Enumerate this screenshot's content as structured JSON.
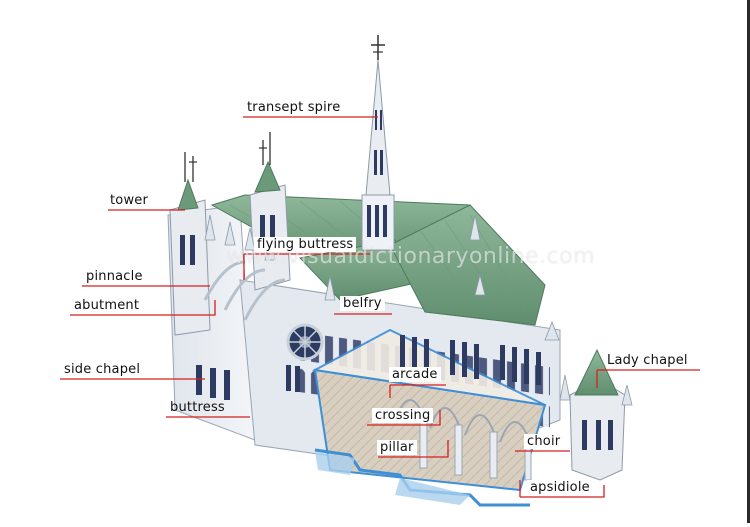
{
  "diagram": {
    "labels": {
      "transept_spire": "transept spire",
      "tower": "tower",
      "flying_buttress": "flying buttress",
      "pinnacle": "pinnacle",
      "abutment": "abutment",
      "belfry": "belfry",
      "side_chapel": "side chapel",
      "lady_chapel": "Lady chapel",
      "arcade": "arcade",
      "buttress": "buttress",
      "crossing": "crossing",
      "choir": "choir",
      "pillar": "pillar",
      "apsidiole": "apsidiole"
    },
    "watermark": "www.visualdictionaryonline.com",
    "colors": {
      "leader": "#d42020",
      "roof": "#7fa98a",
      "stone": "#e8edf2",
      "interior_blue": "#3d8fd6"
    }
  }
}
